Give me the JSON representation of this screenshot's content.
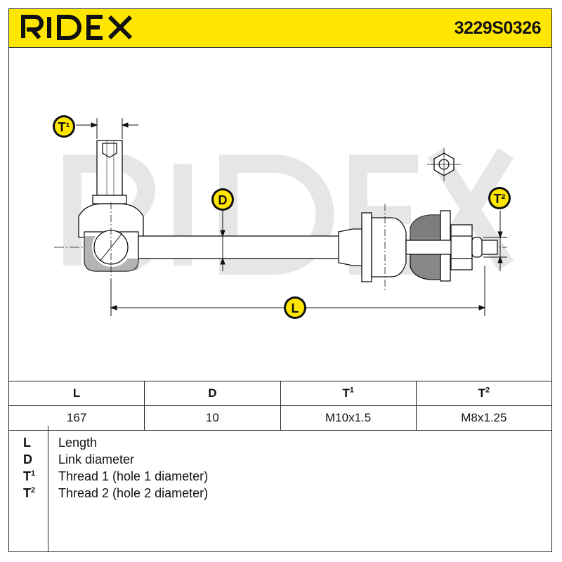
{
  "brand": {
    "logo_text": "RIDEX",
    "accent_color": "#ffe600"
  },
  "part_number": "3229S0326",
  "diagram": {
    "watermark": "RIDEX",
    "dimension_labels": {
      "T1": "T¹",
      "T2": "T²",
      "D": "D",
      "L": "L"
    }
  },
  "specs": {
    "headers": [
      {
        "key": "L",
        "sup": ""
      },
      {
        "key": "D",
        "sup": ""
      },
      {
        "key": "T",
        "sup": "1"
      },
      {
        "key": "T",
        "sup": "2"
      }
    ],
    "values": [
      "167",
      "10",
      "M10x1.5",
      "M8x1.25"
    ]
  },
  "legend": [
    {
      "key": "L",
      "sup": "",
      "text": "Length"
    },
    {
      "key": "D",
      "sup": "",
      "text": "Link diameter"
    },
    {
      "key": "T",
      "sup": "1",
      "text": "Thread 1 (hole 1 diameter)"
    },
    {
      "key": "T",
      "sup": "2",
      "text": "Thread 2 (hole 2 diameter)"
    }
  ]
}
